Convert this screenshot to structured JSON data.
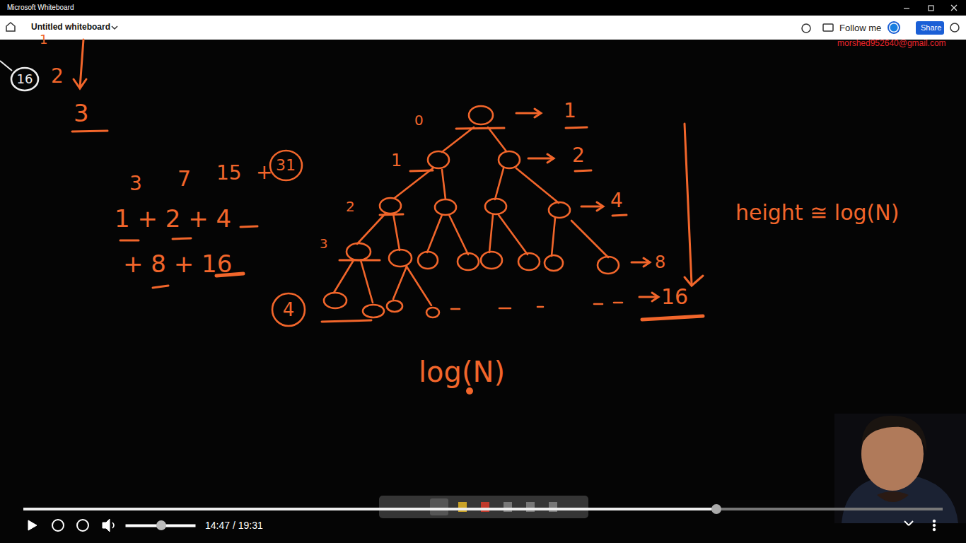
{
  "diagram": {
    "nodes": [
      {
        "text": [
          "16"
        ]
      },
      {
        "text": [
          "31"
        ]
      },
      {
        "text": [
          "4"
        ]
      }
    ],
    "labels": [
      "Microsoft Whiteboard",
      "Untitled whiteboard",
      "Follow me",
      "Share",
      "morshed952640@gmail.com",
      "1",
      "2",
      "3",
      "3",
      "7",
      "15",
      "+",
      "1 + 2 + 4",
      "+ 8 + 16",
      "0",
      "1",
      "2",
      "3",
      "1",
      "2",
      "4",
      "8",
      "16",
      "height ≅ log(N)",
      "log(N)",
      "14:47 / 19:31"
    ]
  }
}
